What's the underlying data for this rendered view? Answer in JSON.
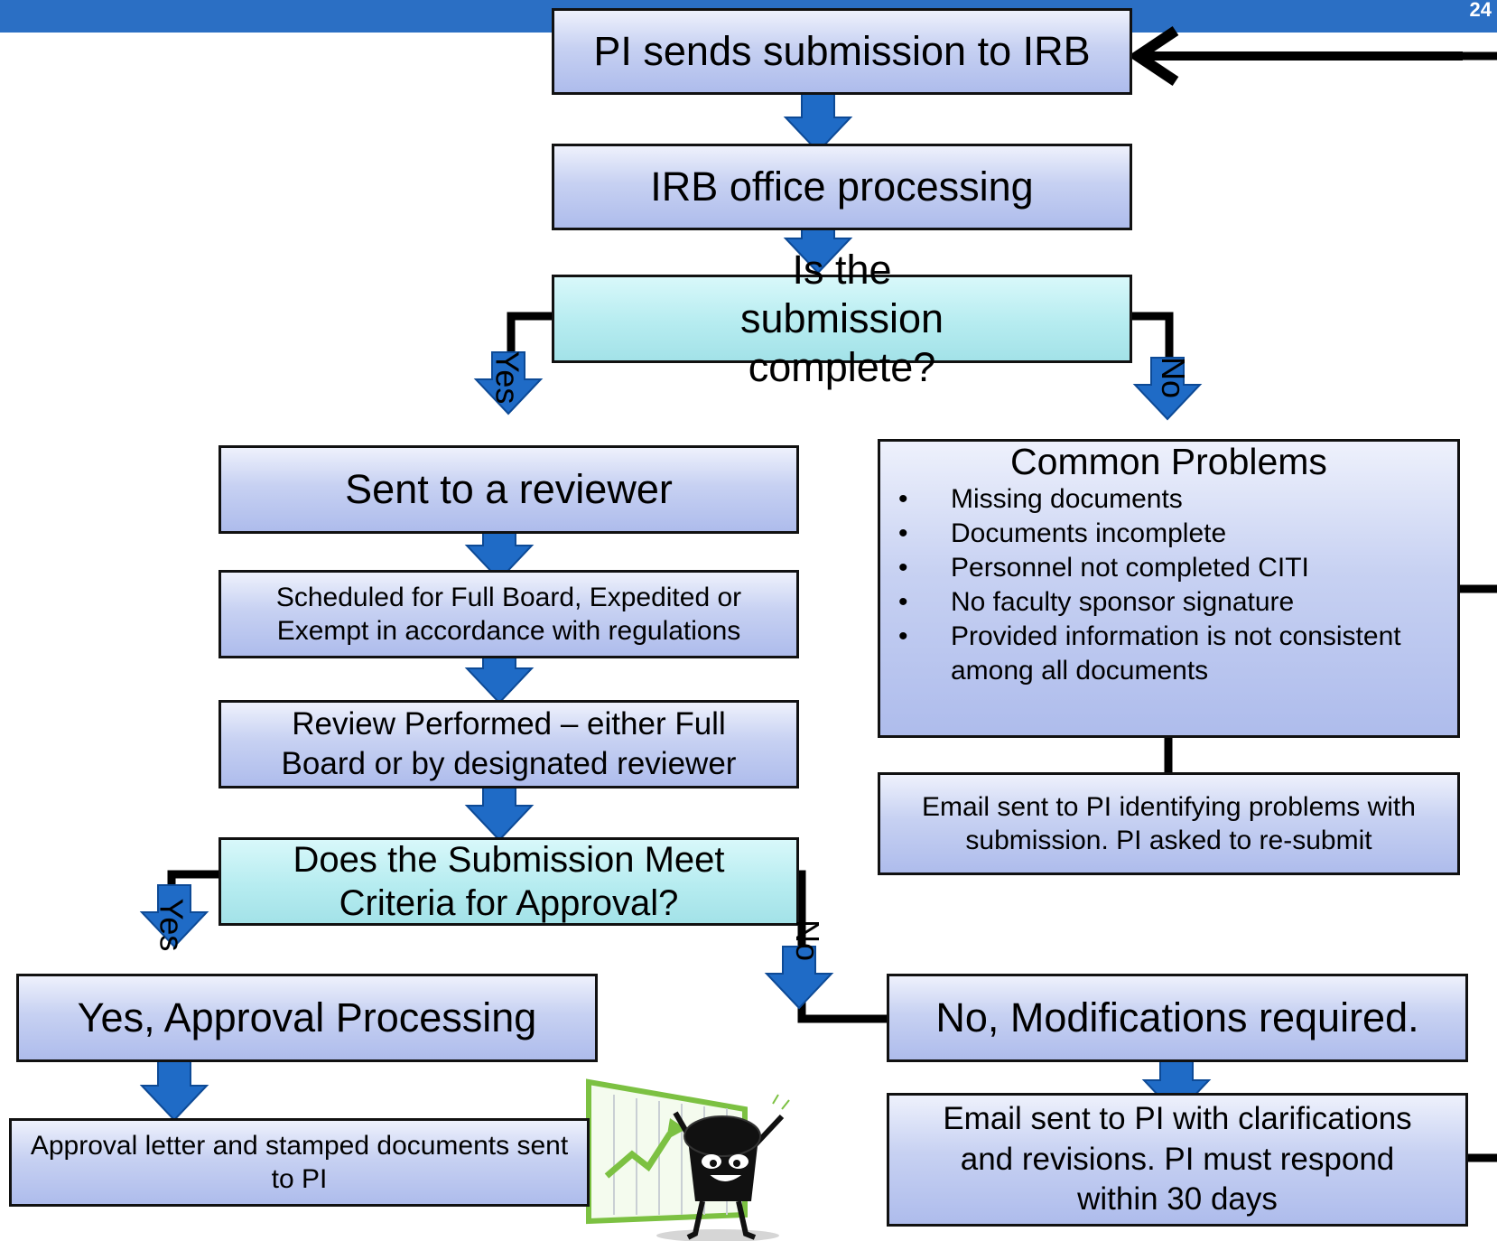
{
  "slide_number": "24",
  "steps": {
    "pi_sends": "PI sends submission to IRB",
    "office_processing": "IRB office processing",
    "complete_question": "Is the submission complete?",
    "sent_to_reviewer": "Sent to a reviewer",
    "scheduled": "Scheduled for Full Board, Expedited or Exempt in accordance with regulations",
    "review_performed": "Review Performed – either Full Board or by designated reviewer",
    "criteria_question": "Does the Submission Meet Criteria for Approval?",
    "approval_processing": "Yes, Approval Processing",
    "approval_letter": "Approval letter and stamped documents sent to PI",
    "modifications_required": "No, Modifications required.",
    "modifications_email": "Email sent to PI with clarifications and revisions. PI must respond within 30 days",
    "problems_email": "Email sent to PI identifying problems with submission. PI asked to re-submit"
  },
  "common_problems": {
    "title": "Common Problems",
    "items": [
      "Missing documents",
      "Documents incomplete",
      "Personnel not completed CITI",
      "No faculty sponsor signature",
      "Provided information is not consistent among all documents"
    ]
  },
  "labels": {
    "yes_1": "Yes",
    "no_1": "No",
    "yes_2": "Yes",
    "no_2": "No"
  },
  "colors": {
    "header_bar": "#2b6fc4",
    "arrow_fill": "#1f6bc6",
    "arrow_stroke": "#0d4a96",
    "connector": "#000000",
    "process_box": "#c7d1f2",
    "decision_box": "#b6ecf0",
    "mascot_chart_frame": "#7cc142"
  },
  "icons": {
    "arrow": "down-arrow-icon",
    "mascot": "happy-mascot-with-growth-chart"
  }
}
